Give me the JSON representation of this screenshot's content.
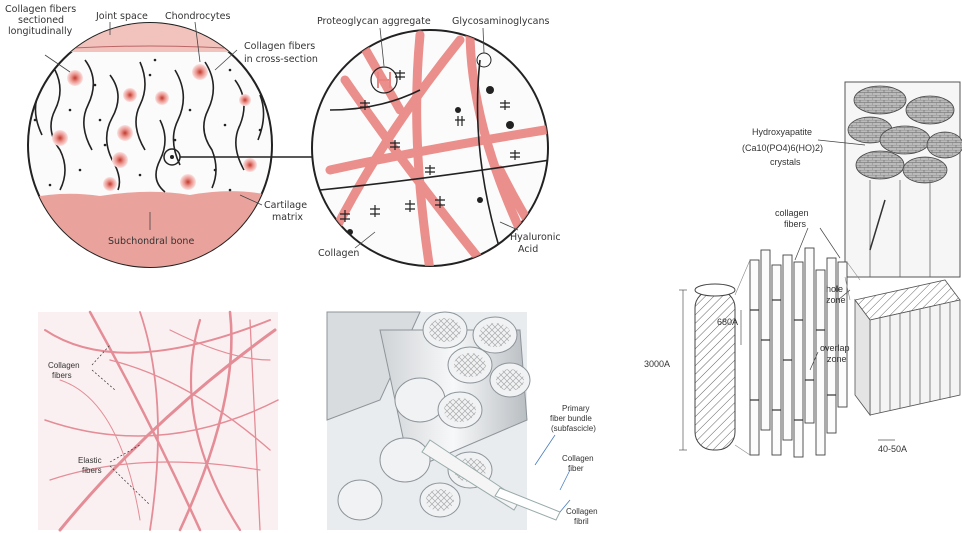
{
  "panel_cartilage": {
    "labels": {
      "collagen_longitudinal_1": "Collagen fibers",
      "collagen_longitudinal_2": "sectioned",
      "collagen_longitudinal_3": "longitudinally",
      "joint_space": "Joint space",
      "chondrocytes": "Chondrocytes",
      "collagen_cross_1": "Collagen fibers",
      "collagen_cross_2": "in cross-section",
      "cartilage_matrix_1": "Cartilage",
      "cartilage_matrix_2": "matrix",
      "subchondral_bone": "Subchondral bone",
      "proteoglycan_aggregate": "Proteoglycan aggregate",
      "glycosaminoglycans": "Glycosaminoglycans",
      "collagen": "Collagen",
      "hyaluronic_1": "Hyaluronic",
      "hyaluronic_2": "Acid"
    }
  },
  "panel_micrograph": {
    "labels": {
      "collagen_fibers_1": "Collagen",
      "collagen_fibers_2": "fibers",
      "elastic_fibers_1": "Elastic",
      "elastic_fibers_2": "fibers"
    }
  },
  "panel_fiber_bundle": {
    "labels": {
      "primary_1": "Primary",
      "primary_2": "fiber bundle",
      "primary_3": "(subfascicle)",
      "collagen_fiber_1": "Collagen",
      "collagen_fiber_2": "fiber",
      "collagen_fibril_1": "Collagen",
      "collagen_fibril_2": "fibril"
    }
  },
  "panel_molecular": {
    "labels": {
      "hydroxyapatite_1": "Hydroxyapatite",
      "hydroxyapatite_2": "(Ca10(PO4)6(HO)2)",
      "hydroxyapatite_3": "crystals",
      "collagen_fibers_1": "collagen",
      "collagen_fibers_2": "fibers",
      "hole_zone_1": "hole",
      "hole_zone_2": "zone",
      "overlap_zone_1": "overlap",
      "overlap_zone_2": "zone",
      "dim_680": "680A",
      "dim_3000": "3000A",
      "dim_40_50": "40-50A"
    }
  },
  "colors": {
    "collagen_pink": "#e8837f",
    "bone_pink": "#eaa39c",
    "line": "#2b2b2b"
  }
}
